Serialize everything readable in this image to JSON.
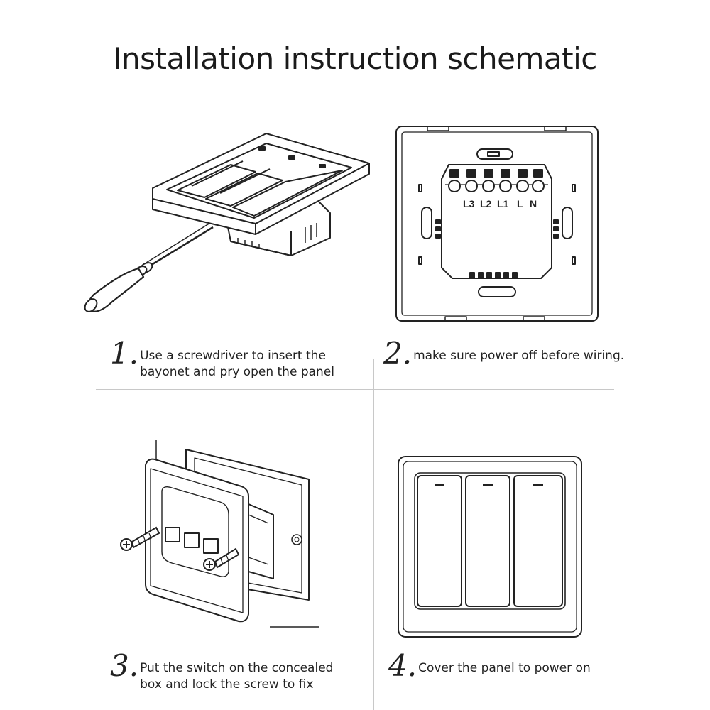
{
  "title": "Installation instruction schematic",
  "steps": [
    {
      "number": "1.",
      "lines": [
        "Use a screwdriver to insert the",
        "bayonet and pry open the panel"
      ]
    },
    {
      "number": "2.",
      "lines": [
        "make sure power off before wiring."
      ]
    },
    {
      "number": "3.",
      "lines": [
        "Put the switch on the concealed",
        "box and lock the screw to fix"
      ]
    },
    {
      "number": "4.",
      "lines": [
        "Cover the panel to power on"
      ]
    }
  ],
  "terminals": [
    "L3",
    "L2",
    "L1",
    "L",
    "N"
  ],
  "colors": {
    "line": "#222222",
    "divider": "#c8c8c8"
  },
  "icons": [
    "screwdriver-icon",
    "screw-icon"
  ]
}
